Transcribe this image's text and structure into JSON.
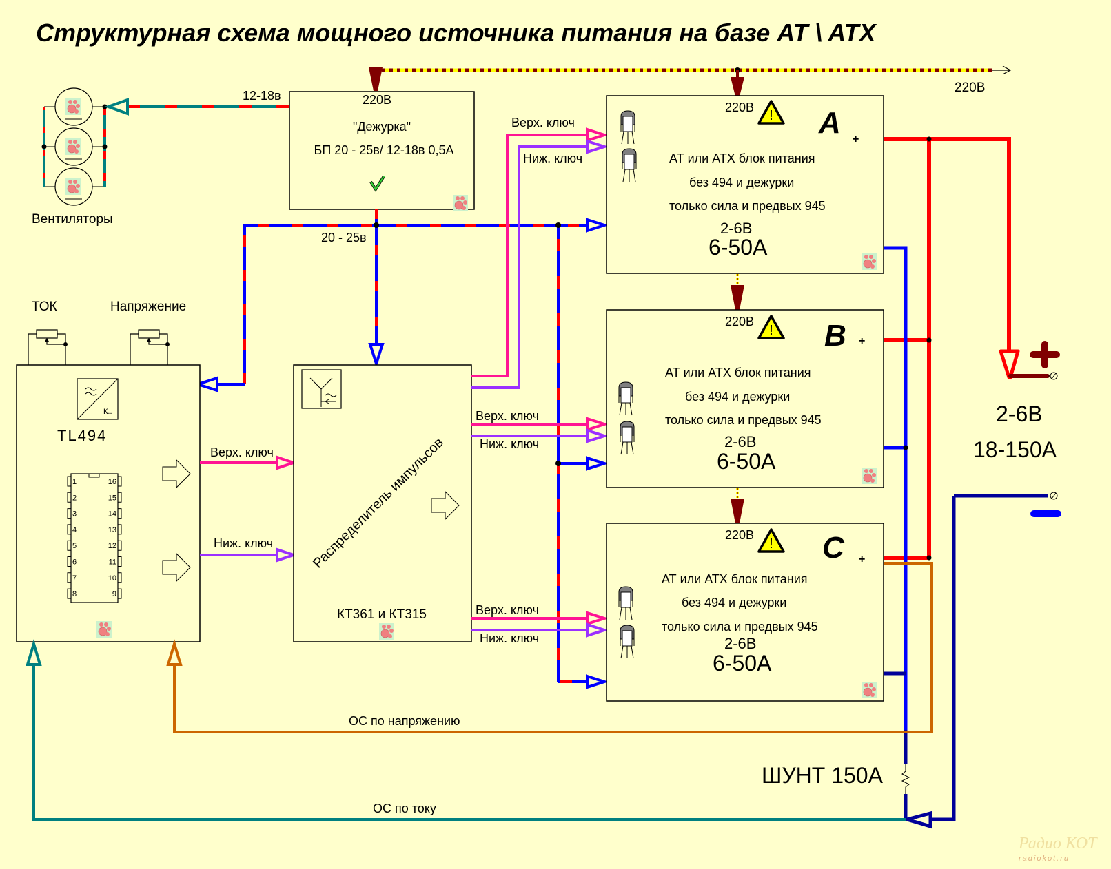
{
  "title": "Структурная схема мощного источника питания на базе AT \\ ATX",
  "mains": {
    "label_right": "220В"
  },
  "fans": {
    "label": "Вентиляторы",
    "supply_label": "12-18в",
    "count": 3
  },
  "standby": {
    "input": "220В",
    "name": "\"Дежурка\"",
    "spec": "БП 20 - 25в/ 12-18в 0,5А",
    "status_icon": "checkmark",
    "output_label": "20 - 25в"
  },
  "tl494": {
    "name": "TL494",
    "pot_current_label": "ТОК",
    "pot_voltage_label": "Напряжение",
    "converter_label": "К..",
    "pins_left": [
      "1",
      "2",
      "3",
      "4",
      "5",
      "6",
      "7",
      "8"
    ],
    "pins_right": [
      "16",
      "15",
      "14",
      "13",
      "12",
      "11",
      "10",
      "9"
    ],
    "out_upper": "Верх. ключ",
    "out_lower": "Ниж. ключ"
  },
  "distributor": {
    "name": "Распределитель импульсов",
    "transistors": "КТ361 и КТ315"
  },
  "signal_labels": {
    "upper": "Верх. ключ",
    "lower": "Ниж. ключ"
  },
  "psu_blocks": [
    {
      "letter": "A",
      "input": "220В",
      "line1": "АТ или АТХ блок питания",
      "line2": "без 494 и дежурки",
      "line3": "только сила и предвых 945",
      "voltage": "2-6В",
      "current": "6-50А",
      "plus": "+"
    },
    {
      "letter": "B",
      "input": "220В",
      "line1": "АТ или АТХ блок питания",
      "line2": "без 494 и дежурки",
      "line3": "только сила и предвых 945",
      "voltage": "2-6В",
      "current": "6-50А",
      "plus": "+"
    },
    {
      "letter": "C",
      "input": "220В",
      "line1": "АТ или АТХ блок питания",
      "line2": "без 494 и дежурки",
      "line3": "только сила и предвых 945",
      "voltage": "2-6В",
      "current": "6-50А",
      "plus": "+"
    }
  ],
  "output": {
    "voltage": "2-6В",
    "current": "18-150А"
  },
  "shunt": {
    "label": "ШУНТ 150А"
  },
  "feedback": {
    "voltage": "ОС по напряжению",
    "current": "ОС по  току"
  },
  "watermark": {
    "brand": "Радио КОТ",
    "site": "radiokot.ru"
  },
  "colors": {
    "background": "#ffffcc",
    "mains": "#800000",
    "mains_dots": "#ffff00",
    "upper_key": "#ff1493",
    "lower_key": "#9b30ff",
    "supply_blue": "#0000ff",
    "supply_red": "#ff0000",
    "fan_line": "#008080",
    "feedback_voltage": "#cc6600",
    "feedback_current": "#008080",
    "negative": "#000099"
  }
}
